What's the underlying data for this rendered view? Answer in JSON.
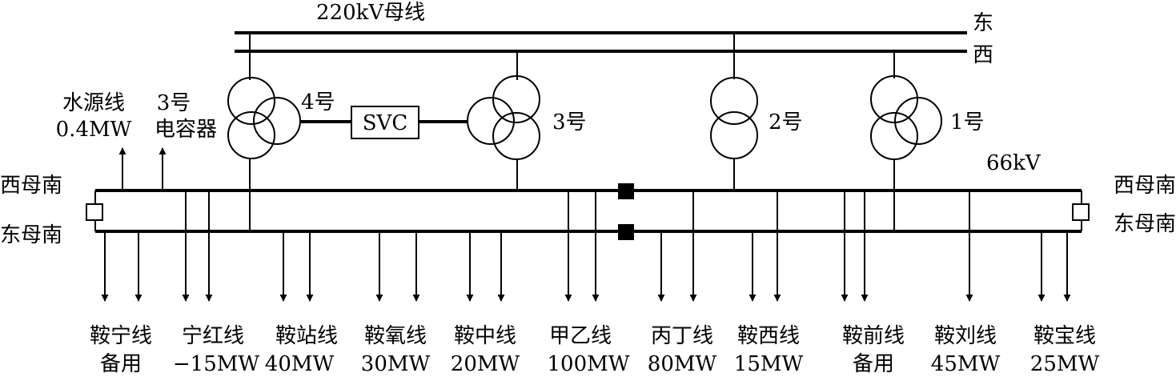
{
  "bus_220kv": {
    "title": "220kV母线",
    "east_label": "东",
    "west_label": "西"
  },
  "transformers": [
    {
      "name": "4号"
    },
    {
      "name": "3号"
    },
    {
      "name": "2号"
    },
    {
      "name": "1号"
    }
  ],
  "svc_label": "SVC",
  "top_feeders": [
    {
      "name": "水源线",
      "value": "0.4MW"
    },
    {
      "name": "3号",
      "value": "电容器"
    }
  ],
  "bus_66kv": {
    "voltage_label": "66kV",
    "west_bus_left": "西母南",
    "east_bus_left": "东母南",
    "west_bus_right": "西母南",
    "east_bus_right": "东母南"
  },
  "feeders": [
    {
      "name": "鞍宁线",
      "value": "备用"
    },
    {
      "name": "宁红线",
      "value": "−15MW"
    },
    {
      "name": "鞍站线",
      "value": "40MW"
    },
    {
      "name": "鞍氧线",
      "value": "30MW"
    },
    {
      "name": "鞍中线",
      "value": "20MW"
    },
    {
      "name": "甲乙线",
      "value": "100MW"
    },
    {
      "name": "丙丁线",
      "value": "80MW"
    },
    {
      "name": "鞍西线",
      "value": "15MW"
    },
    {
      "name": "鞍前线",
      "value": "备用"
    },
    {
      "name": "鞍刘线",
      "value": "45MW"
    },
    {
      "name": "鞍宝线",
      "value": "25MW"
    }
  ]
}
